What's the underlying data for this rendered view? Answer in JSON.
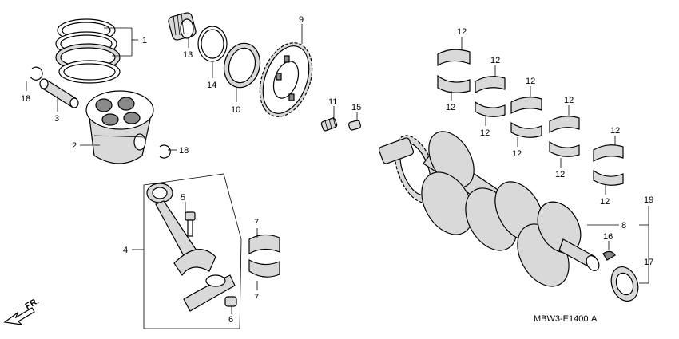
{
  "diagram": {
    "labels": {
      "p1": "1",
      "p2": "2",
      "p3": "3",
      "p4": "4",
      "p5": "5",
      "p6": "6",
      "p7": "7",
      "p8": "8",
      "p9": "9",
      "p10": "10",
      "p11": "11",
      "p12": "12",
      "p13": "13",
      "p14": "14",
      "p15": "15",
      "p16": "16",
      "p17": "17",
      "p18": "18",
      "p19": "19"
    },
    "front_marker": "FR.",
    "diagram_code": "MBW3-E1400",
    "code_suffix": "A"
  }
}
